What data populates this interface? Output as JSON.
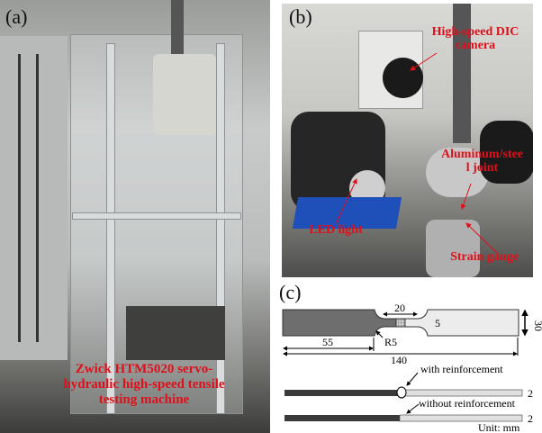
{
  "panel_a": {
    "label": "(a)",
    "caption_lines": [
      "Zwick HTM5020 servo-",
      "hydraulic high-speed tensile",
      "testing machine"
    ]
  },
  "panel_b": {
    "label": "(b)",
    "camera_lines": [
      "High-speed DIC",
      "camera"
    ],
    "joint_lines": [
      "Aluminum/stee",
      "l joint"
    ],
    "led": "LED light",
    "gauge": "Strain gauge"
  },
  "panel_c": {
    "label": "(c)",
    "dim_20": "20",
    "dim_5": "5",
    "dim_30": "30",
    "dim_55": "55",
    "dim_r5": "R5",
    "dim_140": "140",
    "with": "with reinforcement",
    "without": "without reinforcement",
    "thick1": "2",
    "thick2": "2",
    "unit": "Unit: mm"
  },
  "colors": {
    "annotation": "#e0101a",
    "steel": "#6e6e6e",
    "aluminum": "#e6e6e6"
  }
}
